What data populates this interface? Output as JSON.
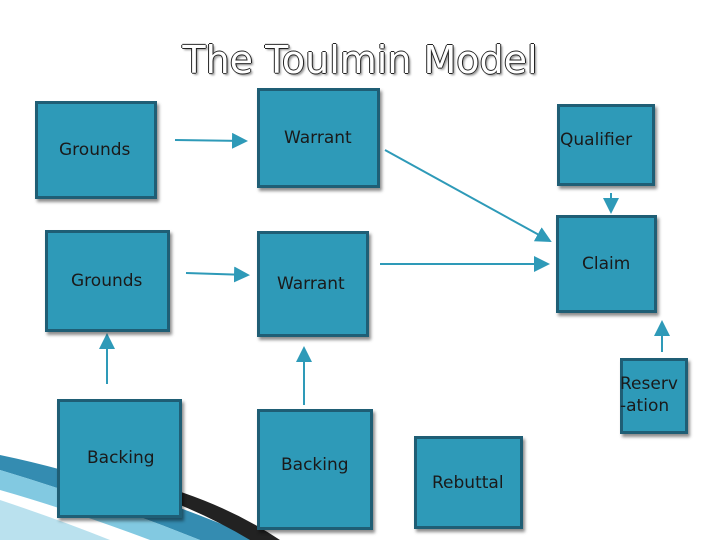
{
  "title": "The Toulmin Model",
  "colors": {
    "box_fill": "#2e9ab8",
    "box_border": "#1f5e75",
    "arrow": "#2e9ab8"
  },
  "boxes": {
    "grounds_top": "Grounds",
    "warrant_top": "Warrant",
    "qualifier": "Qualifier",
    "grounds_mid": "Grounds",
    "warrant_mid": "Warrant",
    "claim": "Claim",
    "reservation_line1": "Reserv",
    "reservation_line2": "-ation",
    "backing_left": "Backing",
    "backing_mid": "Backing",
    "rebuttal": "Rebuttal"
  }
}
